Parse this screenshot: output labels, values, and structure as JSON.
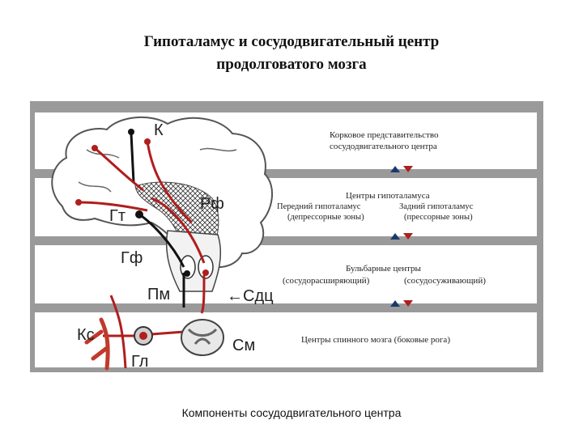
{
  "title": {
    "line1": "Гипоталамус и сосудодвигательный центр",
    "line2": "продолговатого мозга"
  },
  "diagram": {
    "labels": {
      "k": "К",
      "rf": "Рф",
      "gt": "Гт",
      "gf": "Гф",
      "pm": "Пм",
      "sdc": "←Сдц",
      "ks": "Кс",
      "gl": "Гл",
      "sm": "См"
    },
    "levels": [
      {
        "line1": "Корковое представительство",
        "line2": "сосудодвигательного центра"
      },
      {
        "line1": "Центры гипоталамуса",
        "left1": "Передний гипоталамус",
        "left2": "(депрессорные зоны)",
        "right1": "Задний гипоталамус",
        "right2": "(прессорные зоны)"
      },
      {
        "line1": "Бульбарные центры",
        "left": "(сосудорасширяющий)",
        "right": "(сосудосуживающий)"
      },
      {
        "line1": "Центры спинного мозга (боковые рога)"
      }
    ],
    "colors": {
      "depressor": "#1a3a6e",
      "pressor": "#b01e1e",
      "band": "#ffffff",
      "frame": "#8f8f8f"
    }
  },
  "caption": "Компоненты сосудодвигательного центра"
}
